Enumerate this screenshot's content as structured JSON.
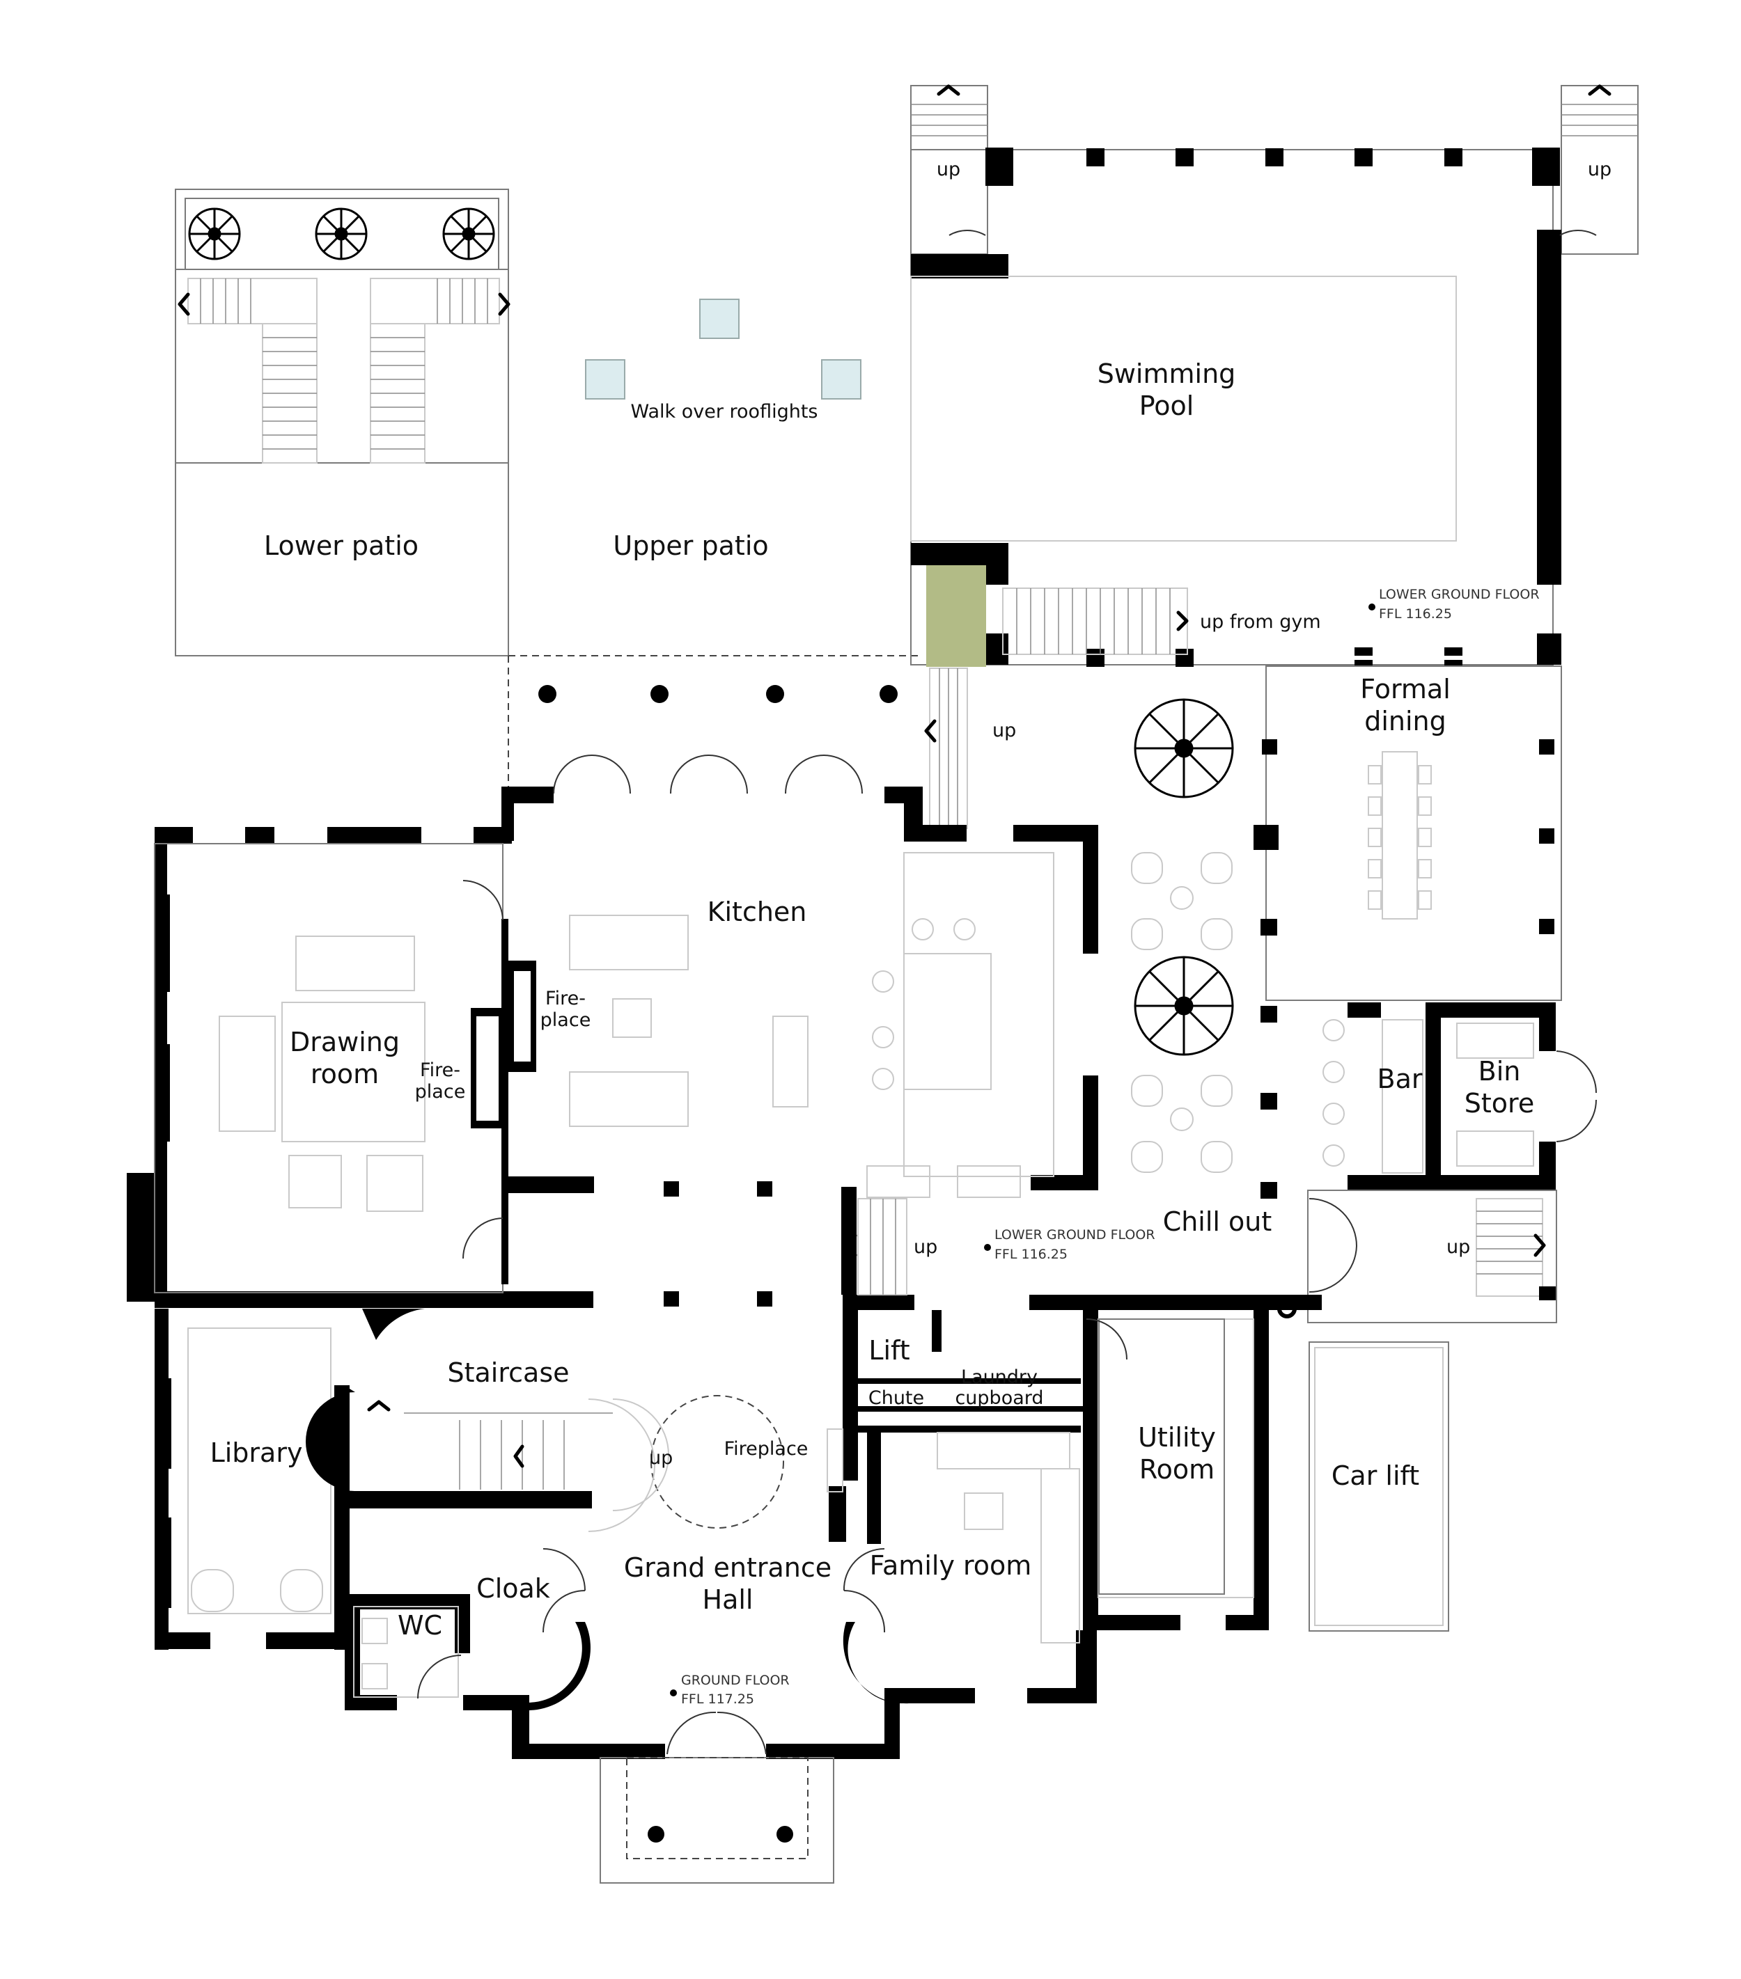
{
  "rooms": {
    "lower_patio": "Lower patio",
    "upper_patio": "Upper patio",
    "rooflights": "Walk over rooflights",
    "pool_1": "Swimming",
    "pool_2": "Pool",
    "formal_1": "Formal",
    "formal_2": "dining",
    "kitchen": "Kitchen",
    "fire_a1": "Fire-",
    "fire_a2": "place",
    "fire_b1": "Fire-",
    "fire_b2": "place",
    "drawing_1": "Drawing",
    "drawing_2": "room",
    "bar": "Bar",
    "bin_1": "Bin",
    "bin_2": "Store",
    "chill_out": "Chill out",
    "lift": "Lift",
    "chute": "Chute",
    "laundry_1": "Laundry",
    "laundry_2": "cupboard",
    "staircase": "Staircase",
    "library": "Library",
    "fireplace": "Fireplace",
    "utility_1": "Utility",
    "utility_2": "Room",
    "car_lift": "Car lift",
    "cloak": "Cloak",
    "hall_1": "Grand entrance",
    "hall_2": "Hall",
    "family_room": "Family room",
    "wc": "WC"
  },
  "stair_notes": {
    "up_pool_left": "up",
    "up_pool_right": "up",
    "up_from_gym": "up from gym",
    "up_terrace": "up",
    "up_chill_left": "up",
    "up_chill_right": "up",
    "up_staircase": "up"
  },
  "levels": {
    "pool_level": "LOWER GROUND FLOOR",
    "pool_ffl": "FFL 116.25",
    "chill_level": "LOWER GROUND FLOOR",
    "chill_ffl": "FFL 116.25",
    "hall_level": "GROUND FLOOR",
    "hall_ffl": "FFL 117.25"
  },
  "colors": {
    "wall": "#000000",
    "rooflight": "#dcecef",
    "void": "#b2bb86"
  }
}
